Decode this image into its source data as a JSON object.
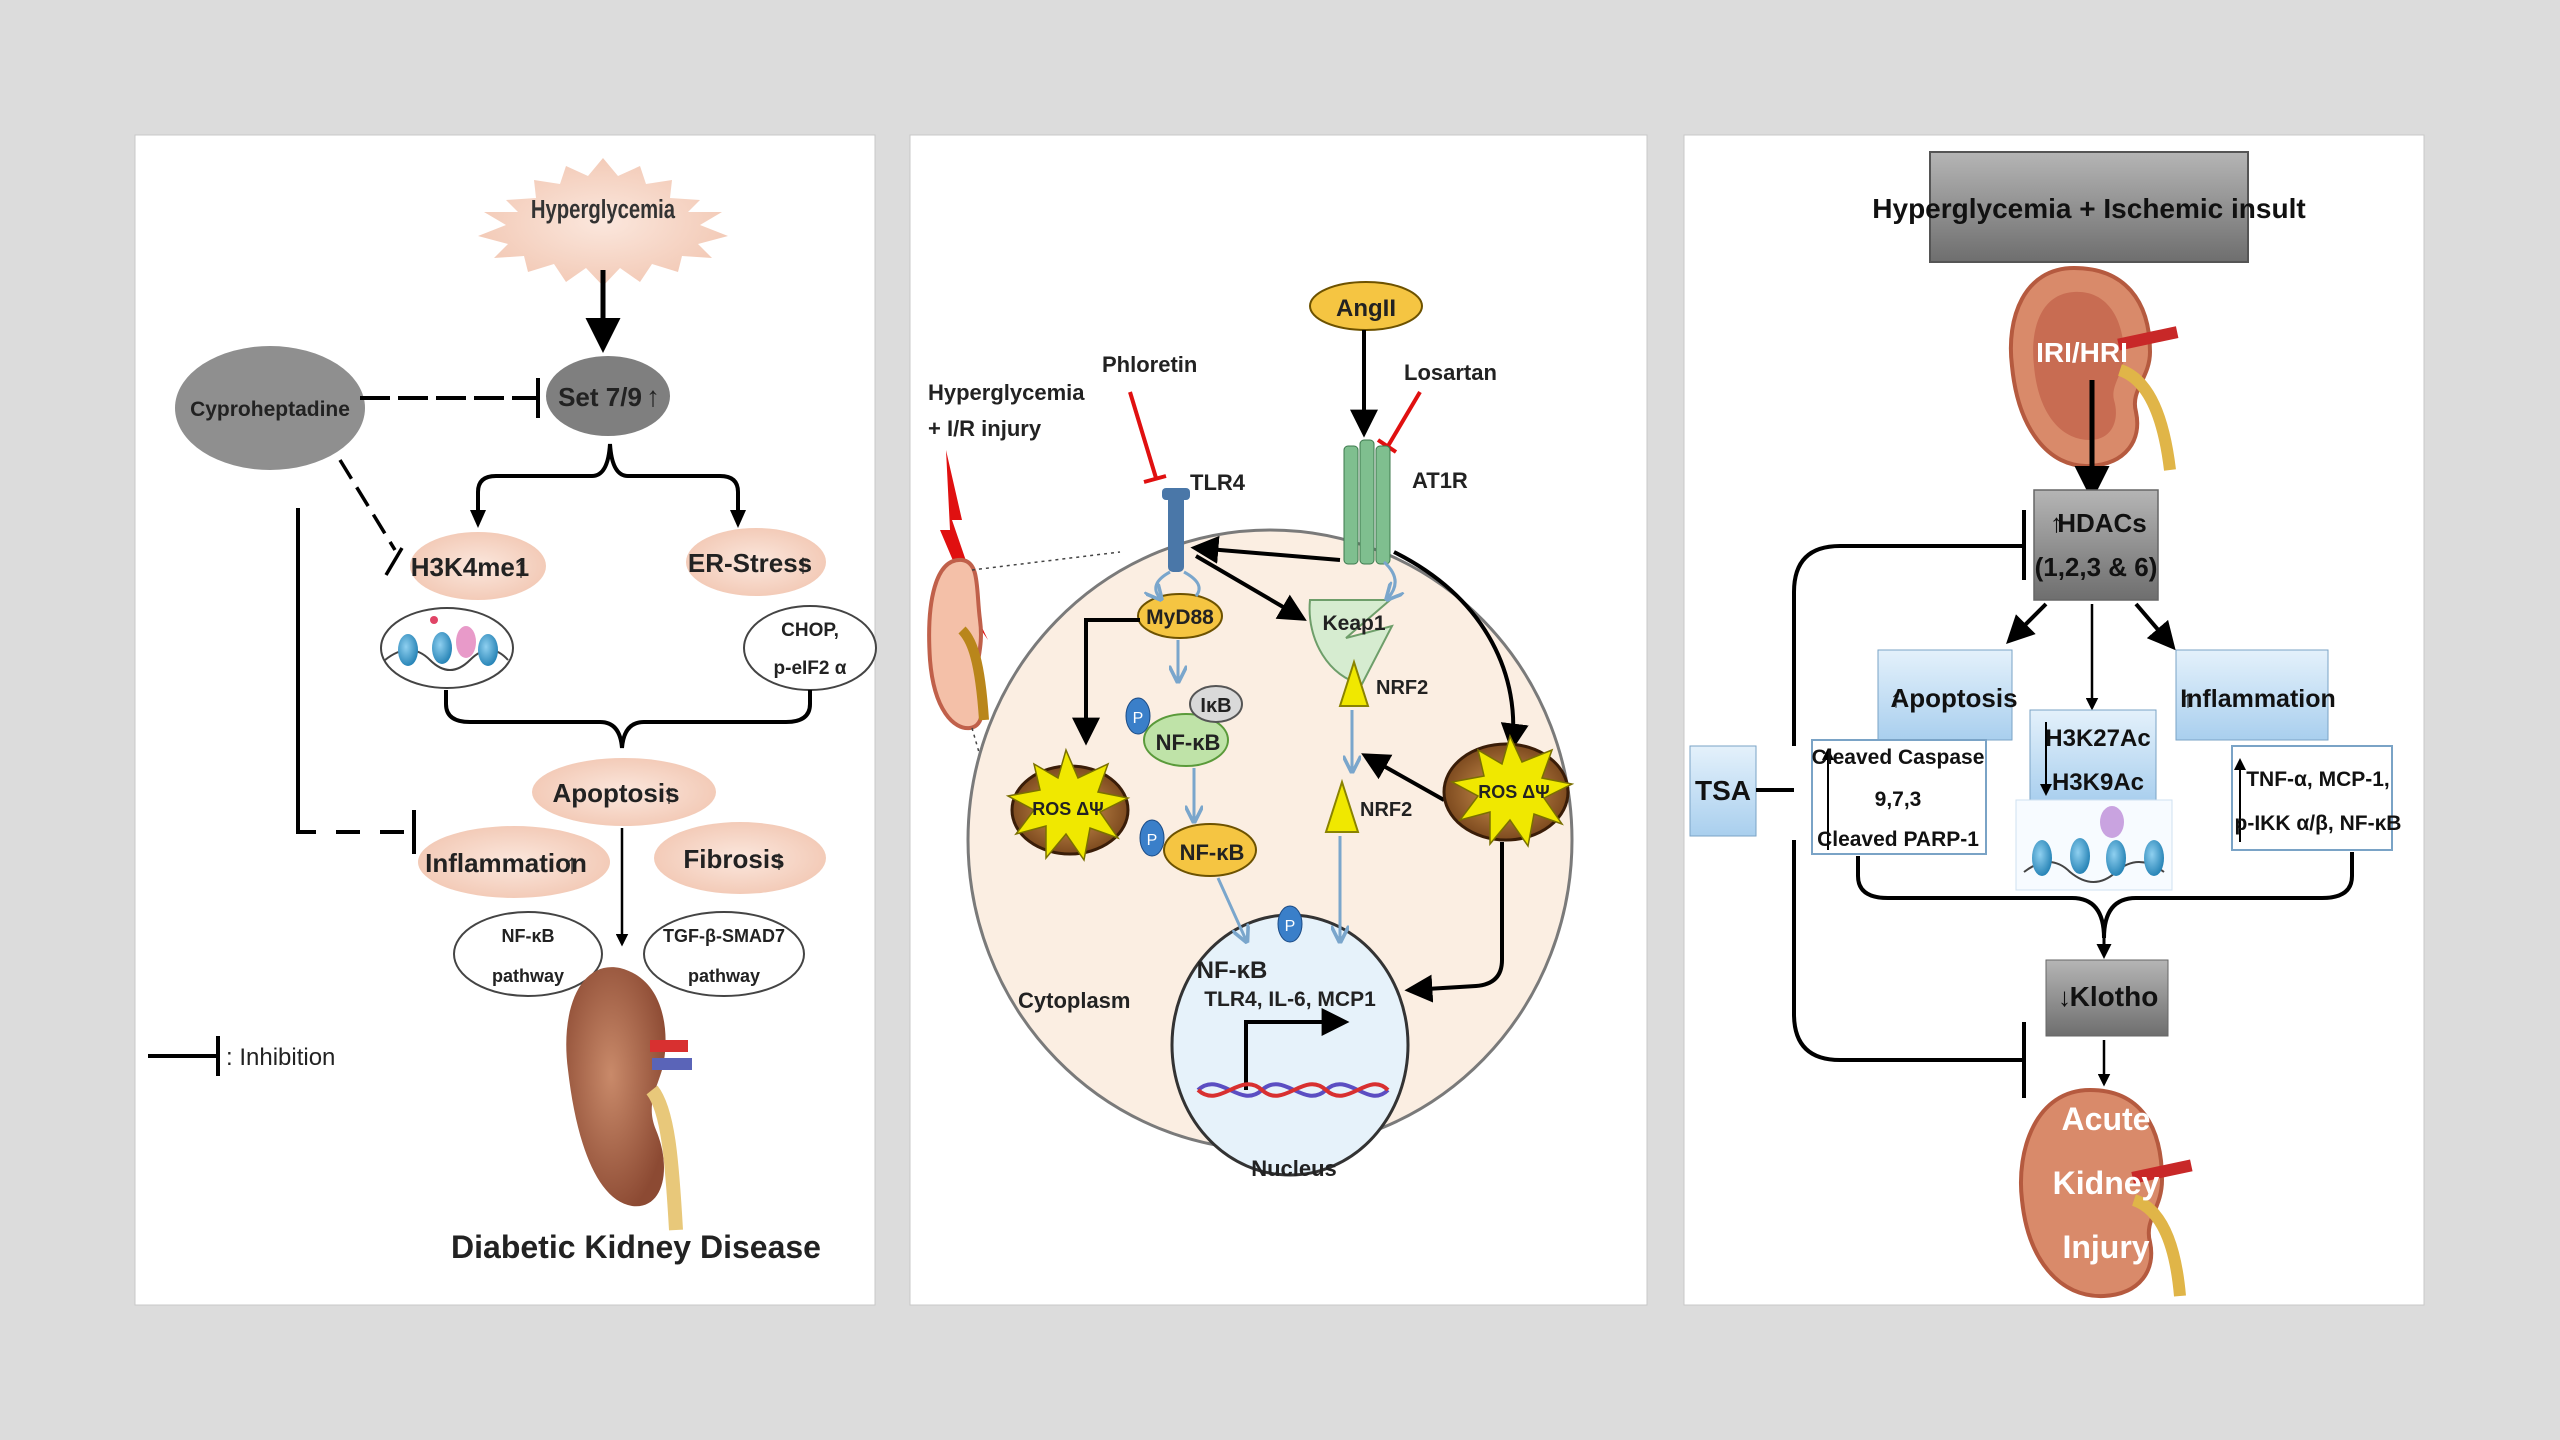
{
  "panel1": {
    "hyperglycemia": "Hyperglycemia",
    "set79": "Set 7/9",
    "cyproheptadine": "Cyproheptadine",
    "h3k4me1": "H3K4me1",
    "er_stress": "ER-Stress",
    "chop": "CHOP,",
    "peif2": "p-eIF2 α",
    "apoptosis": "Apoptosis",
    "inflammation": "Inflammation",
    "fibrosis": "Fibrosis",
    "nfkb_line1": "NF-κB",
    "nfkb_line2": "pathway",
    "tgf_line1": "TGF-β-SMAD7",
    "tgf_line2": "pathway",
    "inhibition_legend": ": Inhibition",
    "disease": "Diabetic Kidney Disease"
  },
  "panel2": {
    "hyper_line1": "Hyperglycemia",
    "hyper_line2": "+ I/R injury",
    "phloretin": "Phloretin",
    "tlr4": "TLR4",
    "angii": "AngII",
    "losartan": "Losartan",
    "at1r": "AT1R",
    "myd88": "MyD88",
    "keap1": "Keap1",
    "ikb": "IκB",
    "nfkb": "NF-κB",
    "nrf2": "NRF2",
    "ros_left": "ROS ΔΨ",
    "ros_right": "ROS ΔΨ",
    "p": "P",
    "nucleus_nfkb": "NF-κB",
    "genes": "TLR4, IL-6, MCP1",
    "cytoplasm": "Cytoplasm",
    "nucleus": "Nucleus"
  },
  "panel3": {
    "title": "Hyperglycemia + Ischemic insult",
    "iri": "IRI/HRI",
    "hdacs_line1": "HDACs",
    "hdacs_line2": "(1,2,3 & 6)",
    "apoptosis": "Apoptosis",
    "inflammation": "Inflammation",
    "tsa": "TSA",
    "caspase_line1": "Cleaved Caspase",
    "caspase_line2": "9,7,3",
    "caspase_line3": "Cleaved PARP-1",
    "h3k27ac": "H3K27Ac",
    "h3k9ac": "H3K9Ac",
    "tnf_line1": "TNF-α, MCP-1,",
    "tnf_line2": "p-IKK α/β, NF-κB",
    "klotho": "Klotho",
    "aki_line1": "Acute",
    "aki_line2": "Kidney",
    "aki_line3": "Injury"
  },
  "colors": {
    "peach": "#f7ddd0",
    "gray_box": "#8a8a8a",
    "light_blue": "#cfe4f5",
    "yellow": "#f5e400",
    "green_light": "#dcefd3",
    "red_inhibit": "#e01010",
    "cell": "#fbefe3",
    "nucleus": "#e6f2fa"
  }
}
